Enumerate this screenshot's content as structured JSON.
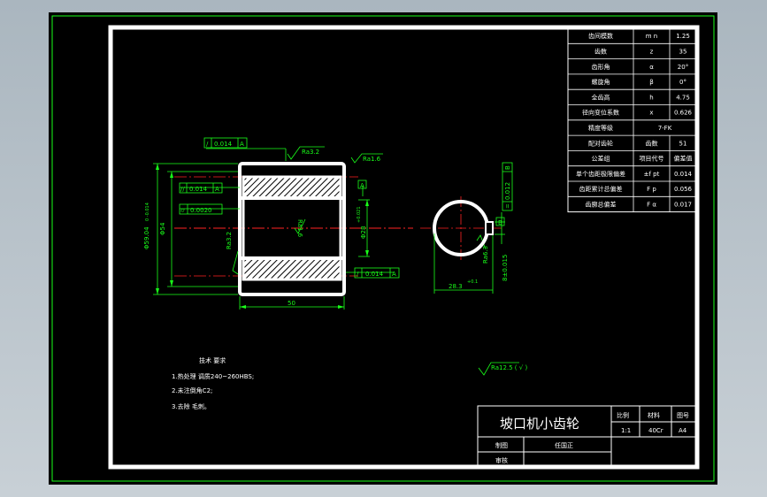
{
  "colors": {
    "background": "#000000",
    "frame": "#ffffff",
    "outer_border": "#19ff19",
    "dimension": "#19ff19",
    "centerline": "#ff2222",
    "viewport": "#b9c3cb"
  },
  "params_table": [
    {
      "name": "齿间模数",
      "symbol": "m n",
      "value": "1.25"
    },
    {
      "name": "齿数",
      "symbol": "z",
      "value": "35"
    },
    {
      "name": "齿形角",
      "symbol": "α",
      "value": "20°"
    },
    {
      "name": "螺旋角",
      "symbol": "β",
      "value": "0°"
    },
    {
      "name": "全齿高",
      "symbol": "h",
      "value": "4.75"
    },
    {
      "name": "径向变位系数",
      "symbol": "x",
      "value": "0.626"
    },
    {
      "name": "精度等级",
      "merged": "7-FK"
    },
    {
      "name": "配对齿轮",
      "symbol": "齿数",
      "value": "51"
    },
    {
      "name": "公差组",
      "symbol": "项目代号",
      "value": "偏差值"
    },
    {
      "name": "单个齿距极限偏差",
      "symbol": "±f pt",
      "value": "0.014"
    },
    {
      "name": "齿距累计总偏差",
      "symbol": "F p",
      "value": "0.056"
    },
    {
      "name": "齿廓总偏差",
      "symbol": "F α",
      "value": "0.017"
    }
  ],
  "annotations": {
    "fcf_top": [
      "/",
      "0.014",
      "A"
    ],
    "fcf_left1": [
      "//",
      "0.014",
      "A"
    ],
    "fcf_left2": [
      "⌭",
      "0.0020"
    ],
    "fcf_bottom": [
      "/",
      "0.014",
      "A"
    ],
    "fcf_right": [
      "=",
      "0.012",
      "B"
    ],
    "datum_a": "A",
    "datum_b": "B",
    "ra_top1": "Ra3.2",
    "ra_top2": "Ra1.6",
    "ra_bore": "Ra1.6",
    "ra_left": "Ra3.2",
    "ra_hub": "Ra3.2",
    "ra_key": "Ra6.3",
    "dim_od": "Φ59.04",
    "dim_od_tol": "0 -0.014",
    "dim_hub": "Φ54",
    "dim_bore": "Φ28",
    "dim_bore_tol": "+0.021",
    "dim_len": "50",
    "dim_keyh": "28.3",
    "dim_keyh_tol": "+0.1",
    "dim_keyw": "8±0.015",
    "general_finish": "Ra12.5 ( √ )"
  },
  "tech_requirements": {
    "title": "技术 要求",
    "items": [
      "1.热处理 调质240~260HBS;",
      "2.未注倒角C2;",
      "3.去除 毛刺。"
    ]
  },
  "title_block": {
    "part_name": "坡口机小齿轮",
    "scale_label": "比例",
    "material_label": "材料",
    "sheet_label": "图号",
    "scale": "1:1",
    "material": "40Cr",
    "sheet_no": "A4",
    "drawn_label": "制图",
    "drawn_by": "任国正",
    "checked_label": "审核"
  }
}
